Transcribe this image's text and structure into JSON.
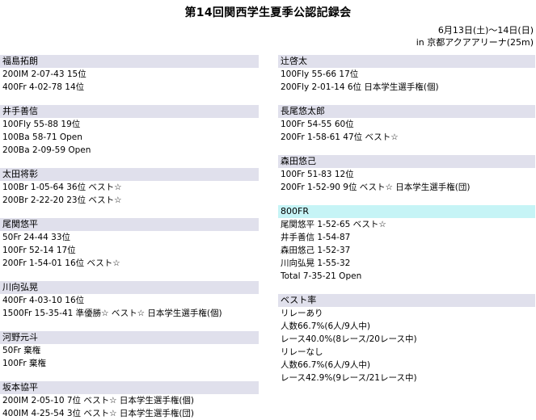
{
  "title": "第14回関西学生夏季公認記録会",
  "date": "6月13日(土)～14日(日)",
  "venue": "in 京都アクアアリーナ(25m)",
  "left": [
    {
      "name": "福島拓朗",
      "lines": [
        "200IM 2-07-43 15位",
        "400Fr 4-02-78 14位"
      ]
    },
    {
      "name": "井手善信",
      "lines": [
        "100Fly 55-88 19位",
        "100Ba 58-71 Open",
        "200Ba 2-09-59 Open"
      ]
    },
    {
      "name": "太田将彰",
      "lines": [
        "100Br 1-05-64 36位 ベスト☆",
        "200Br 2-22-20 23位 ベスト☆"
      ]
    },
    {
      "name": "尾関悠平",
      "lines": [
        "50Fr 24-44 33位",
        "100Fr 52-14 17位",
        "200Fr 1-54-01 16位 ベスト☆"
      ]
    },
    {
      "name": "川向弘晃",
      "lines": [
        "400Fr 4-03-10 16位",
        "1500Fr 15-35-41 準優勝☆ ベスト☆ 日本学生選手権(個)"
      ]
    },
    {
      "name": "河野元斗",
      "lines": [
        "50Fr 棄権",
        "100Fr 棄権"
      ]
    },
    {
      "name": "坂本協平",
      "lines": [
        "200IM 2-05-10 7位 ベスト☆ 日本学生選手権(個)",
        "400IM 4-25-54 3位 ベスト☆ 日本学生選手権(団)"
      ]
    }
  ],
  "right": [
    {
      "name": "辻啓太",
      "lines": [
        "100Fly 55-66 17位",
        "200Fly 2-01-14 6位 日本学生選手権(個)"
      ]
    },
    {
      "name": "長尾悠太郎",
      "lines": [
        "100Fr 54-55 60位",
        "200Fr 1-58-61 47位 ベスト☆"
      ]
    },
    {
      "name": "森田悠己",
      "lines": [
        "100Fr 51-83 12位",
        "200Fr 1-52-90 9位 ベスト☆ 日本学生選手権(団)"
      ]
    }
  ],
  "relay": {
    "name": "800FR",
    "lines": [
      "尾関悠平 1-52-65 ベスト☆",
      "井手善信 1-54-87",
      "森田悠己 1-52-37",
      "川向弘晃 1-55-32",
      "Total 7-35-21 Open"
    ]
  },
  "best": {
    "name": "ベスト率",
    "lines": [
      "リレーあり",
      " 人数66.7%(6人/9人中)",
      " レース40.0%(8レース/20レース中)",
      "リレーなし",
      " 人数66.7%(6人/9人中)",
      " レース42.9%(9レース/21レース中)"
    ]
  },
  "colors": {
    "header_bg": "#e0e0ec",
    "relay_header_bg": "#c6f4f6"
  }
}
